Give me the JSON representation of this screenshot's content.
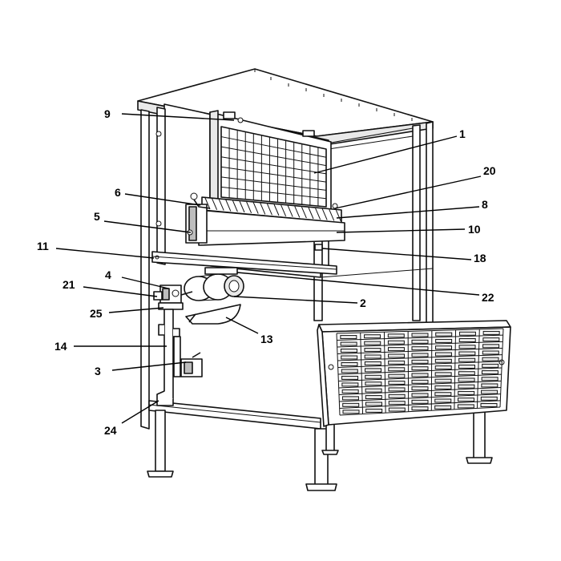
{
  "callouts": [
    {
      "id": "c1",
      "label": "1"
    },
    {
      "id": "c2",
      "label": "2"
    },
    {
      "id": "c3",
      "label": "3"
    },
    {
      "id": "c4",
      "label": "4"
    },
    {
      "id": "c5",
      "label": "5"
    },
    {
      "id": "c6",
      "label": "6"
    },
    {
      "id": "c8",
      "label": "8"
    },
    {
      "id": "c9",
      "label": "9"
    },
    {
      "id": "c10",
      "label": "10"
    },
    {
      "id": "c11",
      "label": "11"
    },
    {
      "id": "c13",
      "label": "13"
    },
    {
      "id": "c14",
      "label": "14"
    },
    {
      "id": "c18",
      "label": "18"
    },
    {
      "id": "c20",
      "label": "20"
    },
    {
      "id": "c21",
      "label": "21"
    },
    {
      "id": "c22",
      "label": "22"
    },
    {
      "id": "c24",
      "label": "24"
    },
    {
      "id": "c25",
      "label": "25"
    }
  ]
}
